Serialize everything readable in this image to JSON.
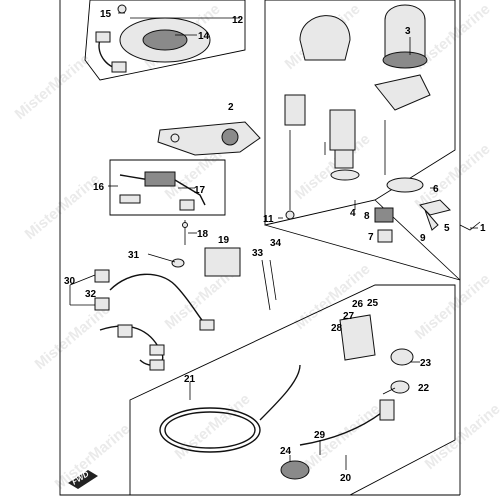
{
  "watermark": {
    "text": "MisterMarine"
  },
  "fwd_label": "FWD",
  "callouts": {
    "c1": "1",
    "c2": "2",
    "c3": "3",
    "c4": "4",
    "c5": "5",
    "c6": "6",
    "c7": "7",
    "c8": "8",
    "c9": "9",
    "c11": "11",
    "c12": "12",
    "c14": "14",
    "c15": "15",
    "c16": "16",
    "c17": "17",
    "c18": "18",
    "c19": "19",
    "c20": "20",
    "c21": "21",
    "c22": "22",
    "c23": "23",
    "c24": "24",
    "c25": "25",
    "c26": "26",
    "c27": "27",
    "c28": "28",
    "c29": "29",
    "c30": "30",
    "c31": "31",
    "c32": "32",
    "c33": "33",
    "c34": "34"
  }
}
